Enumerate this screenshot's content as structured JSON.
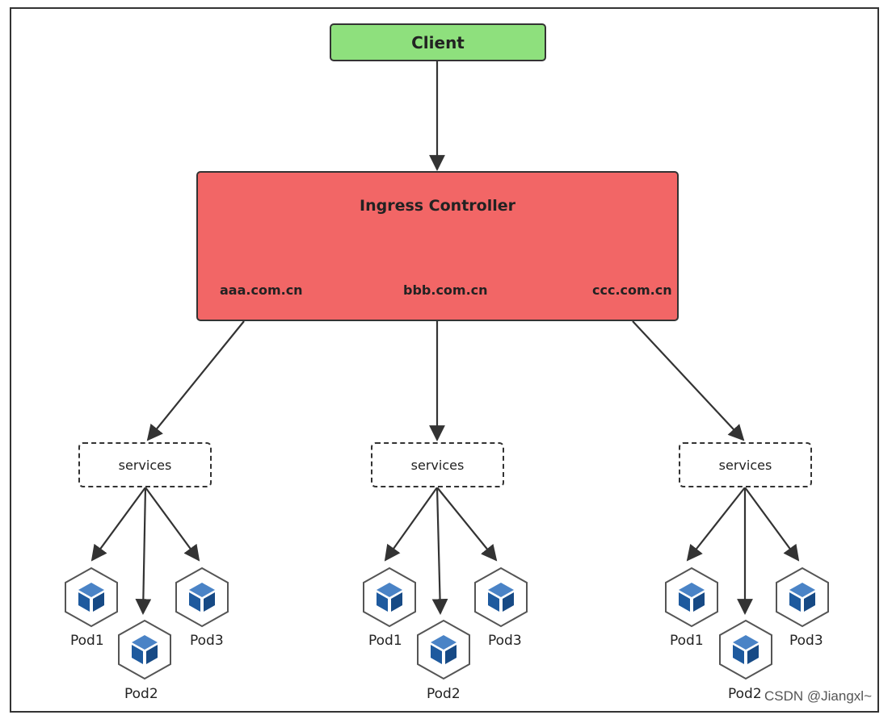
{
  "client": {
    "label": "Client"
  },
  "ingress": {
    "title": "Ingress Controller",
    "hosts": [
      "aaa.com.cn",
      "bbb.com.cn",
      "ccc.com.cn"
    ]
  },
  "groups": [
    {
      "service": "services",
      "pods": [
        "Pod1",
        "Pod2",
        "Pod3"
      ]
    },
    {
      "service": "services",
      "pods": [
        "Pod1",
        "Pod2",
        "Pod3"
      ]
    },
    {
      "service": "services",
      "pods": [
        "Pod1",
        "Pod2",
        "Pod3"
      ]
    }
  ],
  "watermark": "CSDN @Jiangxl~",
  "colors": {
    "client_fill": "#8ee07d",
    "ingress_fill": "#f26666",
    "pod_cube": "#1e5a9e",
    "stroke": "#333333"
  },
  "icon": "kubernetes-pod-cube-icon"
}
